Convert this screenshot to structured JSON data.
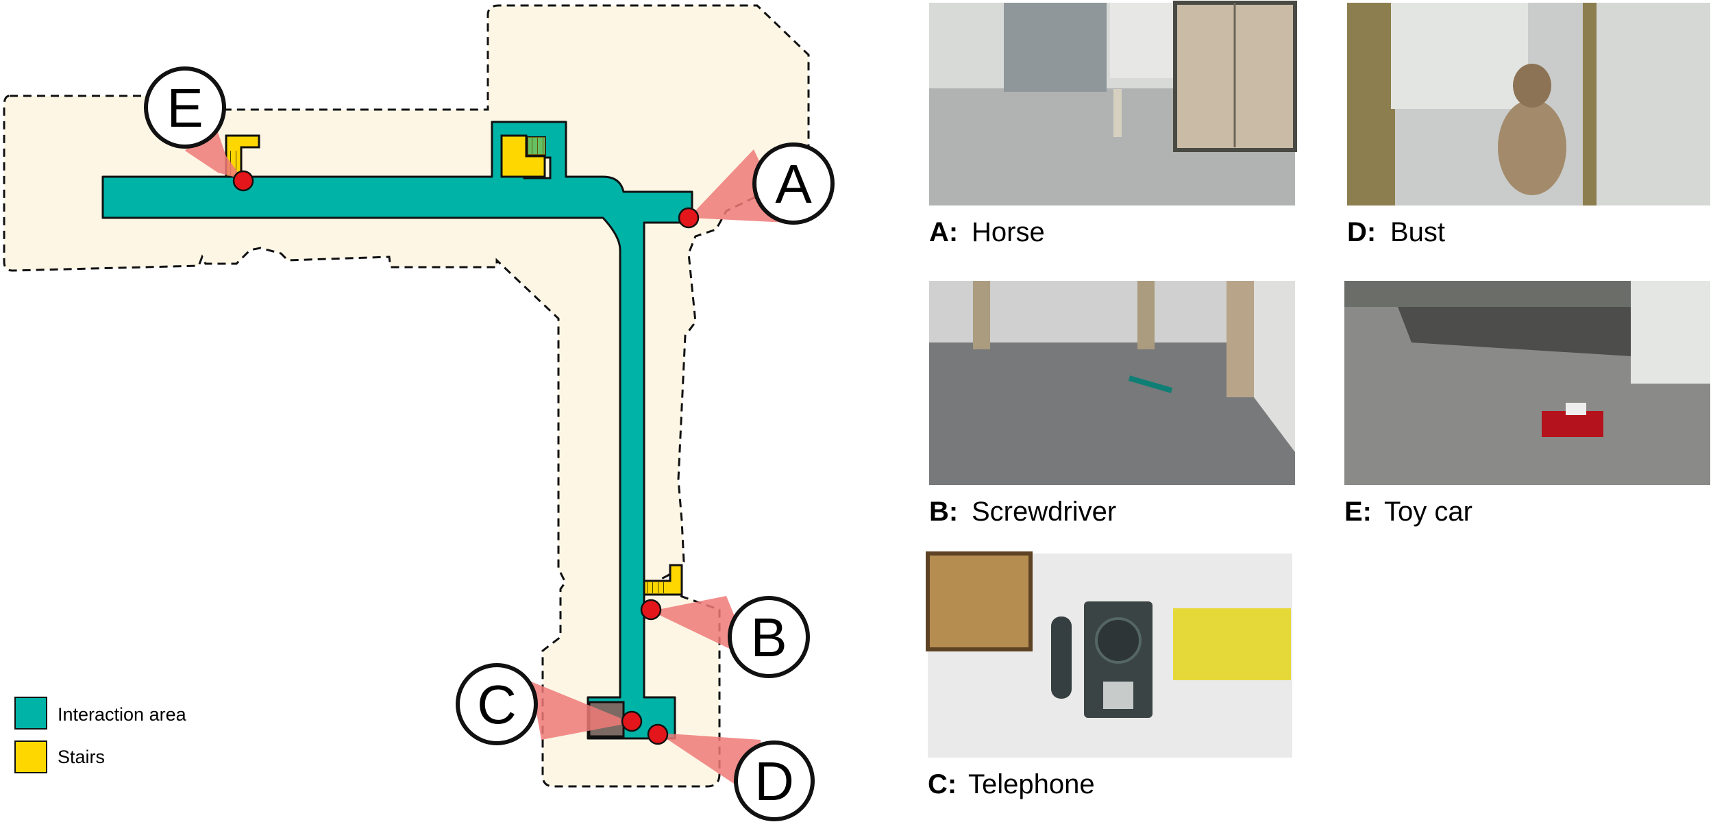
{
  "map": {
    "markers": [
      {
        "letter": "E"
      },
      {
        "letter": "A"
      },
      {
        "letter": "B"
      },
      {
        "letter": "C"
      },
      {
        "letter": "D"
      }
    ],
    "legend": [
      {
        "label": "Interaction area",
        "color": "#00b3a7"
      },
      {
        "label": "Stairs",
        "color": "#ffd700"
      }
    ]
  },
  "colors": {
    "interaction_area": "#00b3a7",
    "stairs": "#ffd700",
    "boundary_fill": "#fdf6e5",
    "view_cone": "#ee7a78",
    "object_point": "#e3161b"
  },
  "photos": [
    {
      "key": "A:",
      "name": "Horse",
      "scene": "horse-scene"
    },
    {
      "key": "D:",
      "name": "Bust",
      "scene": "bust-scene"
    },
    {
      "key": "B:",
      "name": "Screwdriver",
      "scene": "screwdriver-scene"
    },
    {
      "key": "E:",
      "name": "Toy car",
      "scene": "toy-car-scene"
    },
    {
      "key": "C:",
      "name": "Telephone",
      "scene": "telephone-scene"
    }
  ]
}
